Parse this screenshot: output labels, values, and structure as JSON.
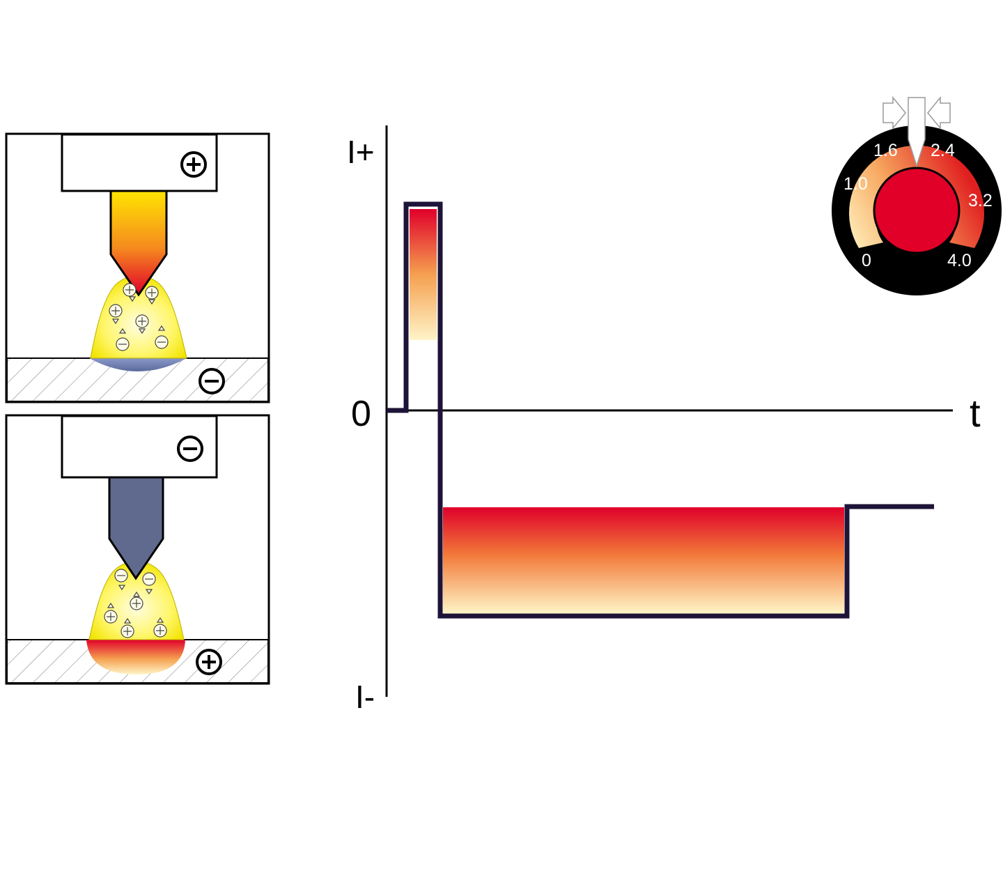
{
  "colors": {
    "outline": "#1e1438",
    "hot_red": "#e0002a",
    "warm_orange": "#f07030",
    "pale_yellow": "#fff4c0",
    "plasma_yellow": "#fff45a",
    "electrode_blue": "#5f6a8e",
    "pool_blue": "#6e7fb0",
    "dial_black": "#000000",
    "knob_red": "#e00028"
  },
  "icons": {
    "top_electrode_charge": "plus-circle-icon",
    "top_workpiece_charge": "minus-circle-icon",
    "bottom_electrode_charge": "minus-circle-icon",
    "bottom_workpiece_charge": "plus-circle-icon",
    "dial_pointer": "pointer-arrow-icon"
  },
  "graph": {
    "y_top_label": "I+",
    "y_zero_label": "0",
    "y_bottom_label": "I-",
    "x_label": "t"
  },
  "dial": {
    "ticks": [
      "0",
      "1.0",
      "1.6",
      "2.4",
      "3.2",
      "4.0"
    ]
  }
}
